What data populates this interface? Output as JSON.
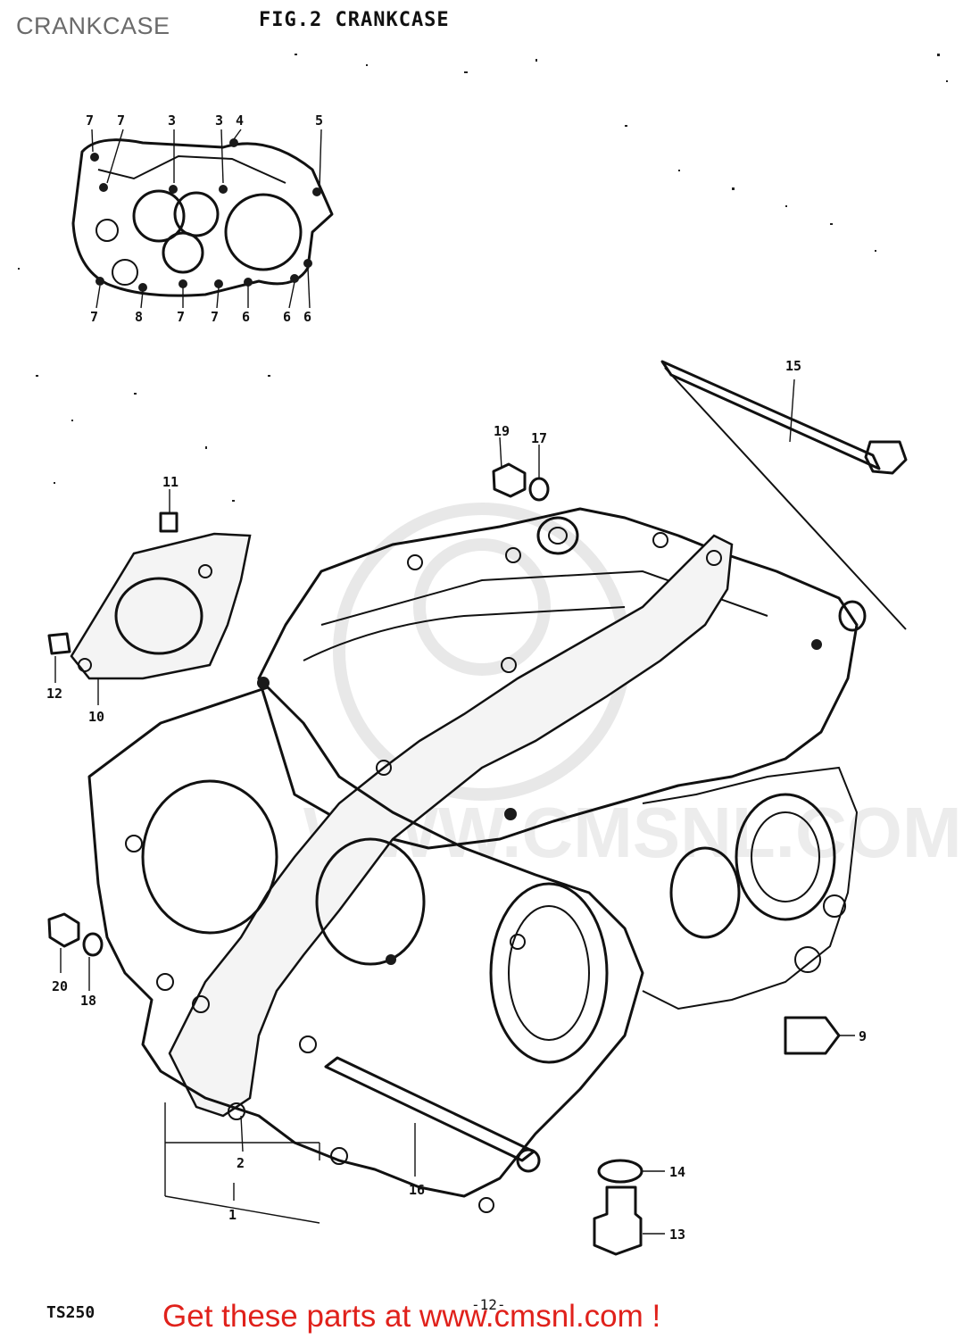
{
  "header": {
    "label": "CRANKCASE"
  },
  "figure": {
    "title": "FIG.2  CRANKCASE"
  },
  "footer": {
    "model": "TS250",
    "page": "-12-",
    "cta": "Get these parts at www.cmsnl.com !"
  },
  "watermark": {
    "text": "WWW.CMSNL.COM"
  },
  "callouts": {
    "inset": [
      "7",
      "7",
      "3",
      "3",
      "4",
      "5",
      "7",
      "8",
      "7",
      "7",
      "6",
      "6",
      "6"
    ],
    "main": [
      "15",
      "19",
      "17",
      "11",
      "12",
      "10",
      "20",
      "18",
      "9",
      "2",
      "1",
      "16",
      "14",
      "13"
    ]
  },
  "colors": {
    "cta": "#e0211b",
    "header": "#6a6a6a",
    "ink": "#111111"
  }
}
